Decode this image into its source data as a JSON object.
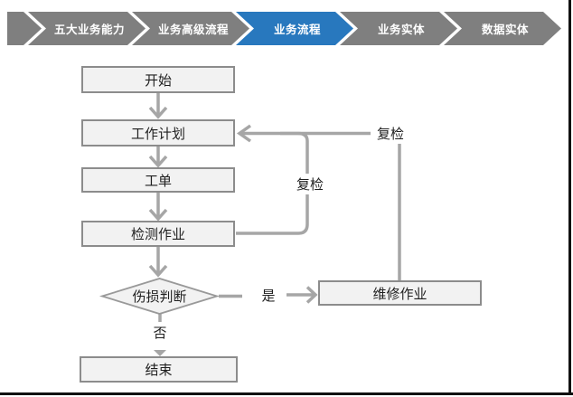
{
  "breadcrumb": {
    "items": [
      {
        "label": "五大业务能力",
        "active": false
      },
      {
        "label": "业务高级流程",
        "active": false
      },
      {
        "label": "业务流程",
        "active": true
      },
      {
        "label": "业务实体",
        "active": false
      },
      {
        "label": "数据实体",
        "active": false
      }
    ],
    "colors": {
      "inactive": "#7F7F7F",
      "active": "#2878BE",
      "text": "#FFFFFF"
    }
  },
  "flowchart": {
    "nodes": [
      {
        "id": "start",
        "label": "开始",
        "type": "process"
      },
      {
        "id": "work-plan",
        "label": "工作计划",
        "type": "process"
      },
      {
        "id": "work-order",
        "label": "工单",
        "type": "process"
      },
      {
        "id": "inspection-job",
        "label": "检测作业",
        "type": "process"
      },
      {
        "id": "damage-judgment",
        "label": "伤损判断",
        "type": "decision"
      },
      {
        "id": "repair-job",
        "label": "维修作业",
        "type": "process"
      },
      {
        "id": "end",
        "label": "结束",
        "type": "process"
      }
    ],
    "edge_labels": {
      "recheck_inner": "复检",
      "recheck_outer": "复检",
      "yes": "是",
      "no": "否"
    },
    "colors": {
      "node_fill": "#F2F2F2",
      "node_border": "#8C8C8C",
      "connector": "#A6A6A6",
      "text": "#1F1F1F"
    }
  }
}
